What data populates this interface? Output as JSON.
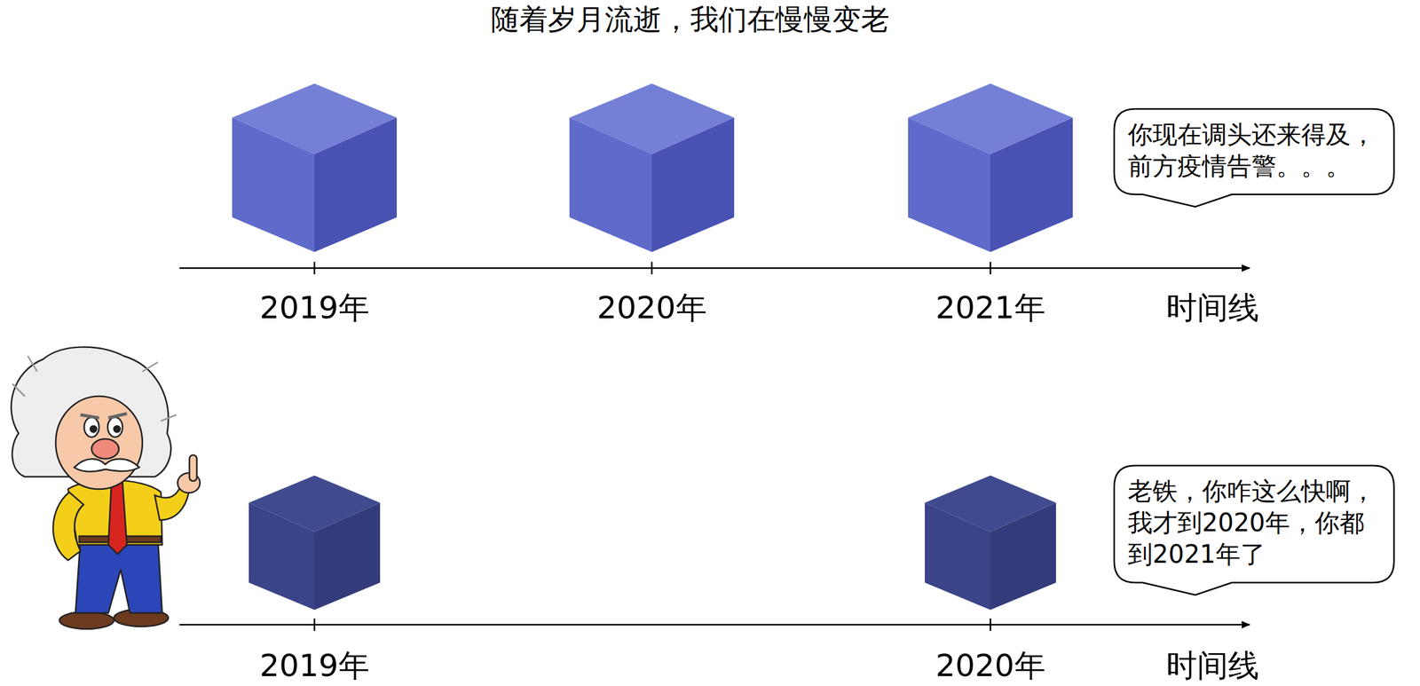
{
  "diagram": {
    "title": "随着岁月流逝，我们在慢慢变老",
    "nodes": [
      {
        "text": [
          "你现在调头还来得及， 前方疫情告警。。。"
        ]
      },
      {
        "text": [
          "老铁，你咋这么快啊， 我才到2020年，你都 到2021年了"
        ]
      }
    ],
    "labels": [
      "2019年",
      "2020年",
      "2021年",
      "时间线",
      "2019年",
      "2020年",
      "时间线"
    ]
  }
}
